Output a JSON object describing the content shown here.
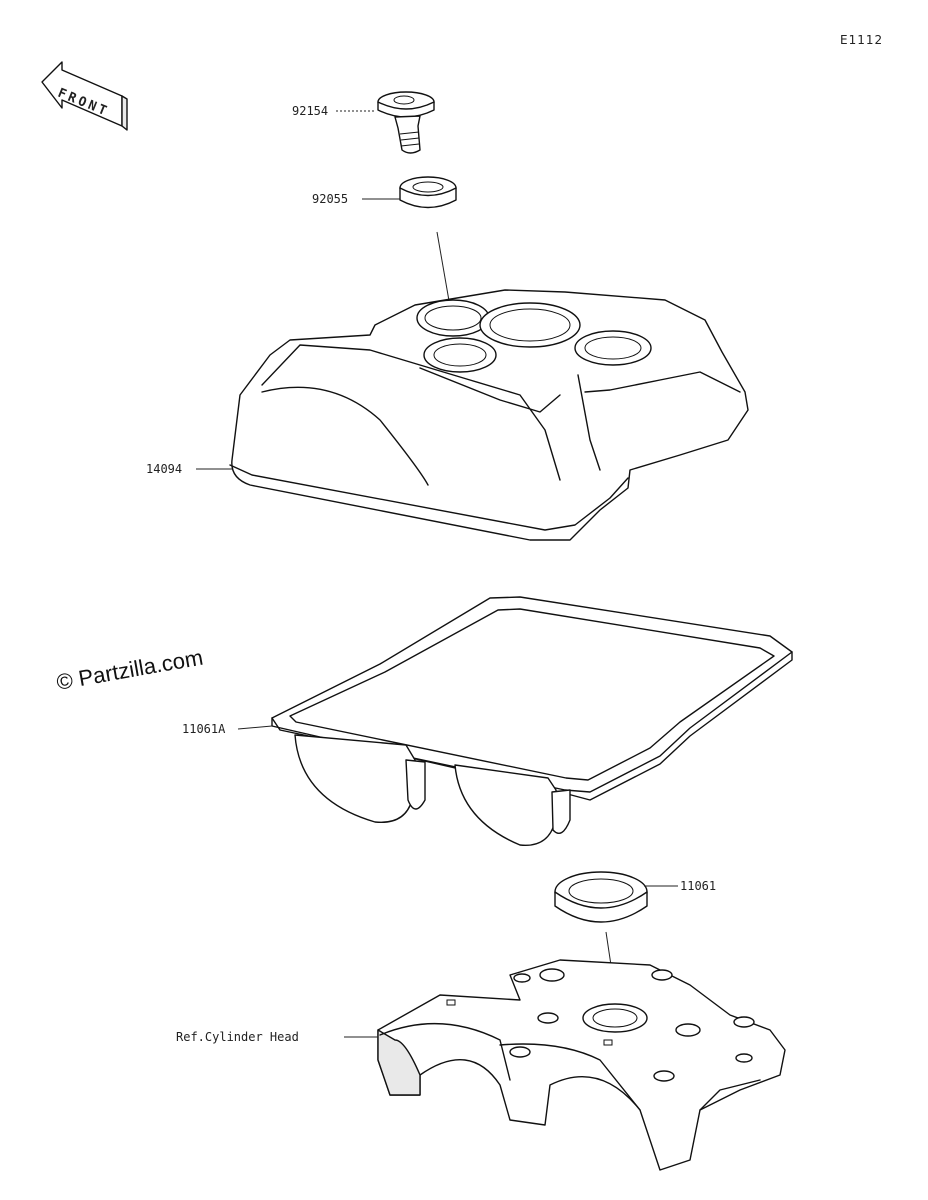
{
  "diagram_code": "E1112",
  "front_label": "FRONT",
  "watermark": "© Partzilla.com",
  "parts": {
    "bolt": "92154",
    "grommet": "92055",
    "cover": "14094",
    "gasket": "11061A",
    "plug_gasket": "11061",
    "reference": "Ref.Cylinder Head"
  }
}
